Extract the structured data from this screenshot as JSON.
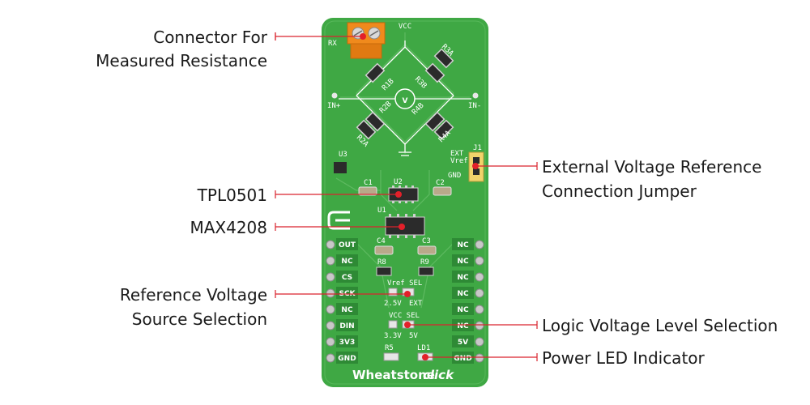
{
  "labels": {
    "connector_line1": "Connector For",
    "connector_line2": "Measured Resistance",
    "tpl": "TPL0501",
    "max": "MAX4208",
    "refsrc_line1": "Reference Voltage",
    "refsrc_line2": "Source Selection",
    "extref_line1": "External Voltage Reference",
    "extref_line2": "Connection Jumper",
    "logic": "Logic Voltage Level Selection",
    "powerled": "Power LED Indicator"
  },
  "board": {
    "title_main": "Wheatstone",
    "title_suffix": "click",
    "vcc": "VCC",
    "rx": "RX",
    "in_plus": "IN+",
    "in_minus": "IN-",
    "r1b": "R1B",
    "r3b": "R3B",
    "r3a": "R3A",
    "r2b": "R2B",
    "r4b": "R4B",
    "r2a": "R2A",
    "r4a": "R4A",
    "u3": "U3",
    "u2": "U2",
    "u1": "U1",
    "c1": "C1",
    "c2": "C2",
    "c3": "C3",
    "c4": "C4",
    "r8": "R8",
    "r9": "R9",
    "r5": "R5",
    "ld1": "LD1",
    "j1": "J1",
    "ext": "EXT",
    "vref": "Vref",
    "gnd": "GND",
    "vref_sel": "Vref SEL",
    "v25": "2.5V",
    "ext2": "EXT",
    "vcc_sel": "VCC SEL",
    "v33": "3.3V",
    "v5": "5V",
    "voltmeter": "V",
    "left_pins": [
      "OUT",
      "NC",
      "CS",
      "SCK",
      "NC",
      "DIN",
      "3V3",
      "GND"
    ],
    "right_pins": [
      "NC",
      "NC",
      "NC",
      "NC",
      "NC",
      "NC",
      "5V",
      "GND"
    ]
  },
  "colors": {
    "pcb": "#3fa844",
    "pcb_dark": "#2e8a35",
    "callout_line": "#d9232d",
    "marker": "#e3202a",
    "connector": "#f08a1c"
  }
}
